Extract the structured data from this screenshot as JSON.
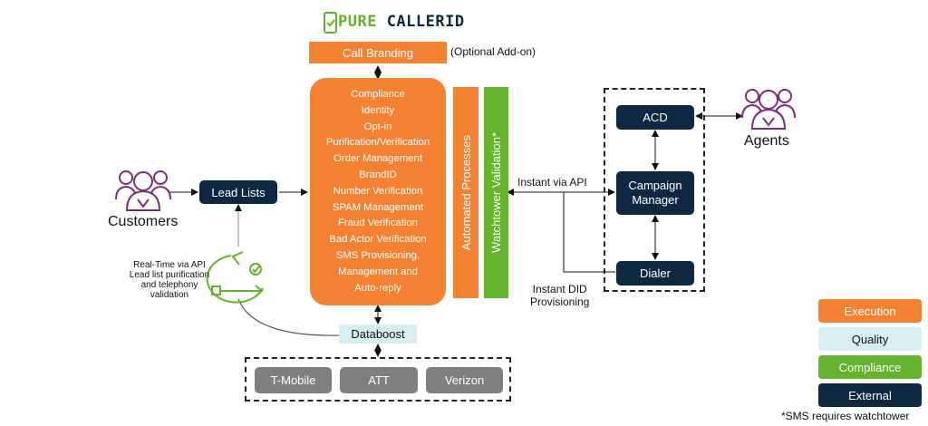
{
  "logo": {
    "text_a": "PURE ",
    "text_b": "CALLERID",
    "color_a": "#65b22e",
    "color_b": "#0e2841"
  },
  "call_branding": {
    "label": "Call Branding",
    "note": "(Optional Add-on)"
  },
  "services": [
    "Compliance",
    "Identity",
    "Opt-in",
    "Purification/Verification",
    "Order Management",
    "BrandID",
    "Number Verification",
    "SPAM Management",
    "Fraud Verification",
    "Bad Actor Verification",
    "SMS Provisioning,",
    "Management and",
    "Auto-reply"
  ],
  "automated_processes": "Automated Processes",
  "watchtower_validation": "Watchtower Validation*",
  "customers": {
    "label": "Customers",
    "icon": "people-group-icon"
  },
  "agents": {
    "label": "Agents",
    "icon": "people-group-icon"
  },
  "lead_lists": "Lead Lists",
  "realtime_note": [
    "Real-Time via API",
    "Lead list purification",
    "and telephony",
    "validation"
  ],
  "instant_api": "Instant via API",
  "instant_did": [
    "Instant DID",
    "Provisioning"
  ],
  "acd": "ACD",
  "campaign_manager": [
    "Campaign",
    "Manager"
  ],
  "dialer": "Dialer",
  "databoost": "Databoost",
  "carriers": [
    "T-Mobile",
    "ATT",
    "Verizon"
  ],
  "legend": [
    {
      "label": "Execution",
      "color": "#f58232"
    },
    {
      "label": "Quality",
      "color": "#d8eff2"
    },
    {
      "label": "Compliance",
      "color": "#65b22e"
    },
    {
      "label": "External",
      "color": "#0e2841"
    }
  ],
  "footnote": "*SMS requires watchtower"
}
